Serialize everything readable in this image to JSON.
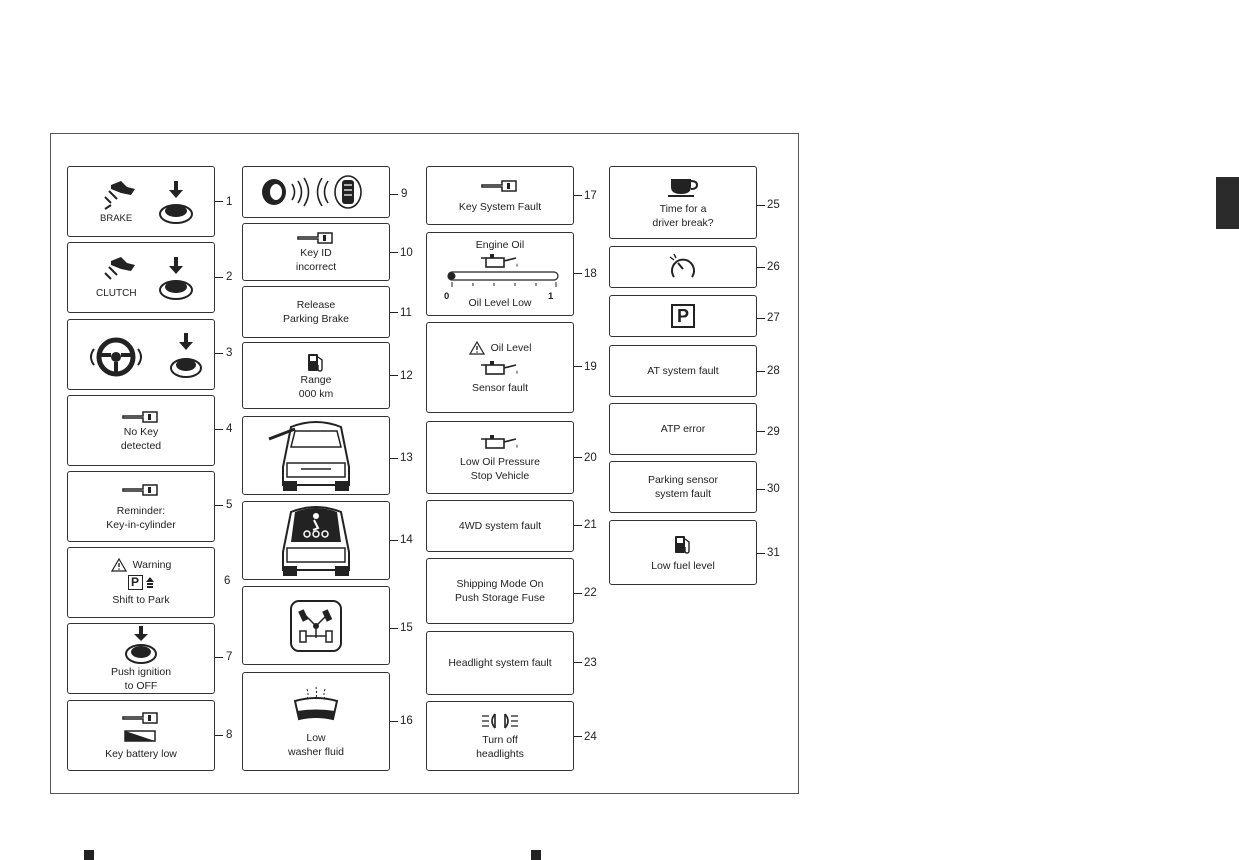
{
  "tiles": {
    "t1": {
      "label": "BRAKE",
      "number": "1"
    },
    "t2": {
      "label": "CLUTCH",
      "number": "2"
    },
    "t3": {
      "number": "3"
    },
    "t4": {
      "text": "No Key\ndetected",
      "number": "4"
    },
    "t5": {
      "text": "Reminder:\nKey-in-cylinder",
      "number": "5"
    },
    "t6": {
      "warning": "Warning",
      "text": "Shift to Park",
      "p_letter": "P",
      "number": "6"
    },
    "t7": {
      "text": "Push ignition\nto OFF",
      "number": "7"
    },
    "t8": {
      "text": "Key battery low",
      "number": "8"
    },
    "t9": {
      "number": "9"
    },
    "t10": {
      "text": "Key ID\nincorrect",
      "number": "10"
    },
    "t11": {
      "text": "Release\nParking Brake",
      "number": "11"
    },
    "t12": {
      "text": "Range\n000 km",
      "number": "12"
    },
    "t13": {
      "number": "13"
    },
    "t14": {
      "number": "14"
    },
    "t15": {
      "number": "15"
    },
    "t16": {
      "text": "Low\nwasher fluid",
      "number": "16"
    },
    "t17": {
      "text": "Key System Fault",
      "number": "17"
    },
    "t18": {
      "title": "Engine Oil",
      "scale_min": "0",
      "scale_max": "1",
      "text": "Oil Level Low",
      "number": "18",
      "level": 0.0
    },
    "t19": {
      "warning": "Oil Level",
      "text": "Sensor fault",
      "number": "19"
    },
    "t20": {
      "text": "Low Oil Pressure\nStop Vehicle",
      "number": "20"
    },
    "t21": {
      "text": "4WD system fault",
      "number": "21"
    },
    "t22": {
      "text": "Shipping Mode On\nPush Storage Fuse",
      "number": "22"
    },
    "t23": {
      "text": "Headlight system fault",
      "number": "23"
    },
    "t24": {
      "text": "Turn off\nheadlights",
      "number": "24"
    },
    "t25": {
      "text": "Time for a\ndriver break?",
      "number": "25"
    },
    "t26": {
      "number": "26"
    },
    "t27": {
      "p_letter": "P",
      "number": "27"
    },
    "t28": {
      "text": "AT system fault",
      "number": "28"
    },
    "t29": {
      "text": "ATP error",
      "number": "29"
    },
    "t30": {
      "text": "Parking sensor\nsystem fault",
      "number": "30"
    },
    "t31": {
      "text": "Low fuel level",
      "number": "31"
    }
  }
}
